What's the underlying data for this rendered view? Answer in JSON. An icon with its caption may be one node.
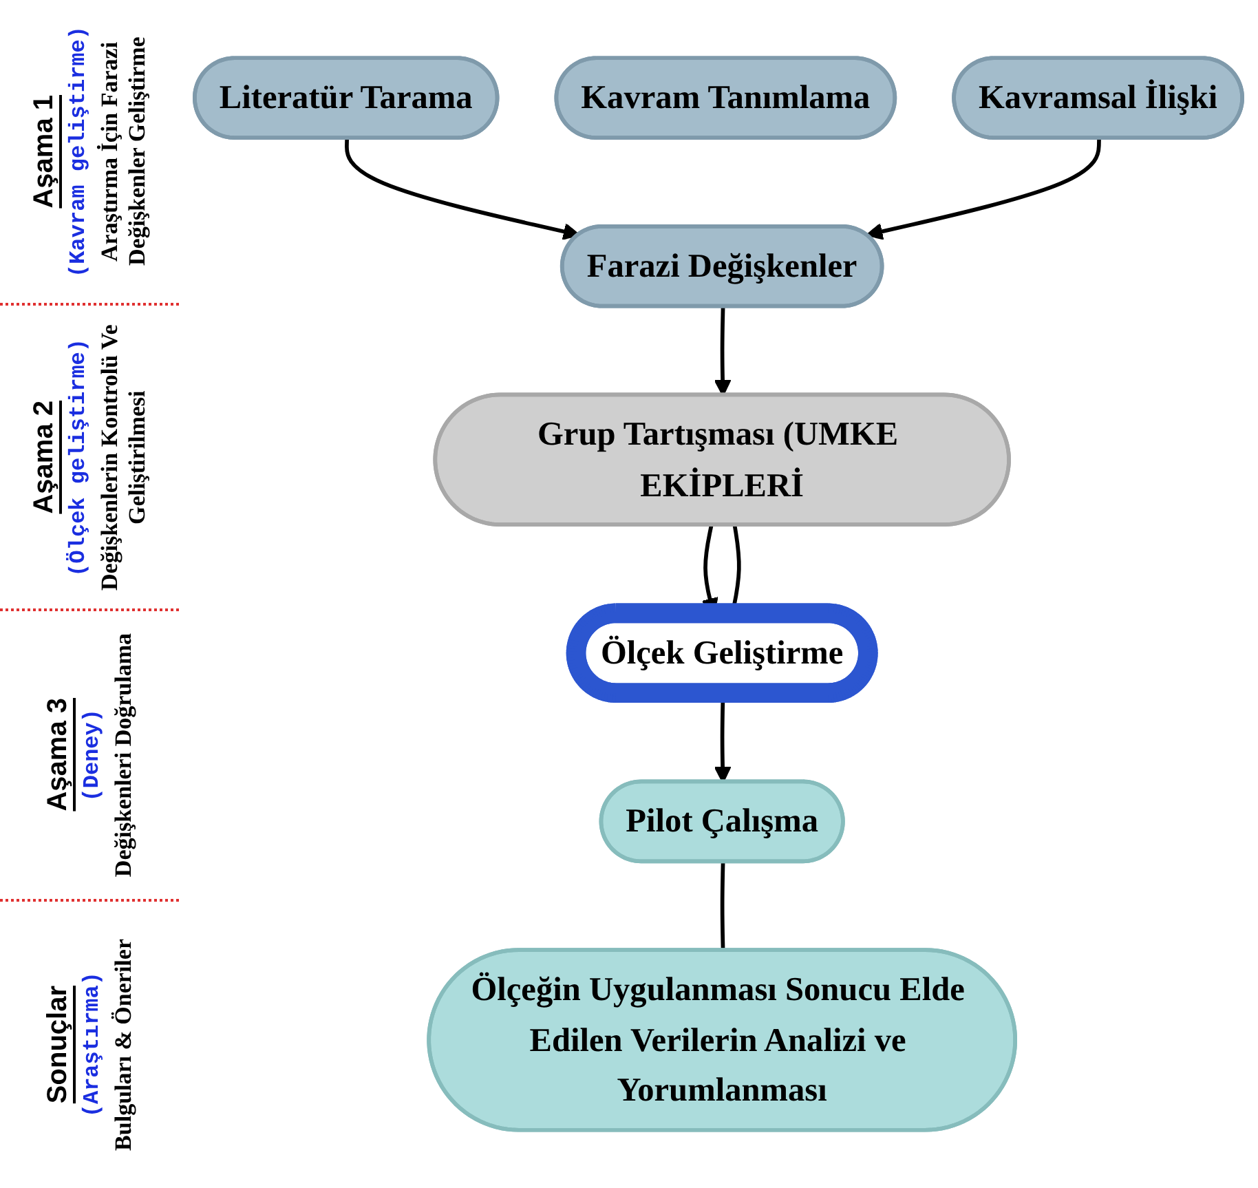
{
  "diagram": {
    "nodes": [
      {
        "text": [
          "Literatür Tarama"
        ]
      },
      {
        "text": [
          "Kavram Tanımlama"
        ]
      },
      {
        "text": [
          "Kavramsal İlişki"
        ]
      },
      {
        "text": [
          "Farazi Değişkenler"
        ]
      },
      {
        "text": [
          "Grup Tartışması (UMKE EKİPLERİ"
        ]
      },
      {
        "text": [
          "Ölçek Geliştirme"
        ]
      },
      {
        "text": [
          "Pilot Çalışma"
        ]
      },
      {
        "text": [
          "Ölçeğin Uygulanması Sonucu Elde Edilen Verilerin Analizi ve Yorumlanması"
        ]
      }
    ],
    "edges": [
      {
        "from": 0,
        "to": 3,
        "arrow": "to"
      },
      {
        "from": 2,
        "to": 3,
        "arrow": "to"
      },
      {
        "from": 3,
        "to": 4,
        "arrow": "to"
      },
      {
        "from": 4,
        "to": 5,
        "arrow": "to"
      },
      {
        "from": 4,
        "to": 5,
        "arrow": "none"
      },
      {
        "from": 5,
        "to": 6,
        "arrow": "to"
      },
      {
        "from": 6,
        "to": 7,
        "arrow": "none"
      }
    ],
    "labels": [
      "Aşama 1",
      "(Kavram geliştirme)",
      "Araştırma İçin Farazi Değişkenler Geliştirme",
      "Aşama 2",
      "(Ölçek geliştirme)",
      "Değişkenlerin Kontrolü Ve Geliştirilmesi",
      "Aşama 3",
      "(Deney)",
      "Değişkenleri Doğrulama",
      "Sonuçlar",
      "(Araştırma)",
      "Bulguları & Öneriler"
    ]
  }
}
